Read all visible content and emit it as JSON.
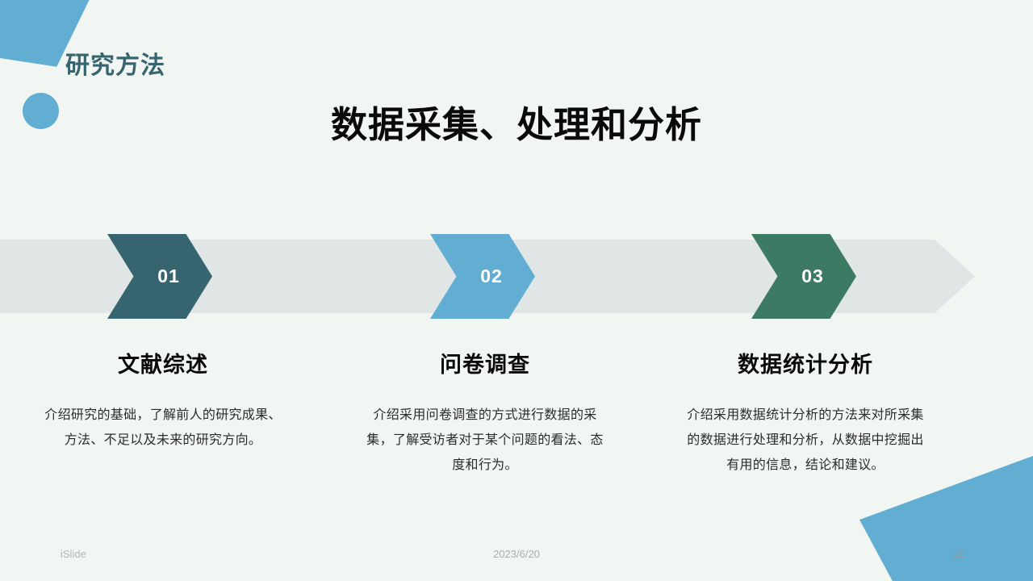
{
  "slide": {
    "section_title": "研究方法",
    "main_title": "数据采集、处理和分析",
    "background_color": "#f1f6f3"
  },
  "colors": {
    "accent_blue": "#62aed2",
    "accent_teal": "#36646f",
    "accent_green": "#3d7a63",
    "band_gray": "#e0e5e5"
  },
  "steps": [
    {
      "number": "01",
      "color": "#36646f",
      "heading": "文献综述",
      "body": "介绍研究的基础，了解前人的研究成果、方法、不足以及未来的研究方向。"
    },
    {
      "number": "02",
      "color": "#62aed2",
      "heading": "问卷调查",
      "body": "介绍采用问卷调查的方式进行数据的采集，了解受访者对于某个问题的看法、态度和行为。"
    },
    {
      "number": "03",
      "color": "#3d7a63",
      "heading": "数据统计分析",
      "body": "介绍采用数据统计分析的方法来对所采集的数据进行处理和分析，从数据中挖掘出有用的信息，结论和建议。"
    }
  ],
  "footer": {
    "brand": "iSlide",
    "date": "2023/6/20",
    "page_number": "12"
  }
}
